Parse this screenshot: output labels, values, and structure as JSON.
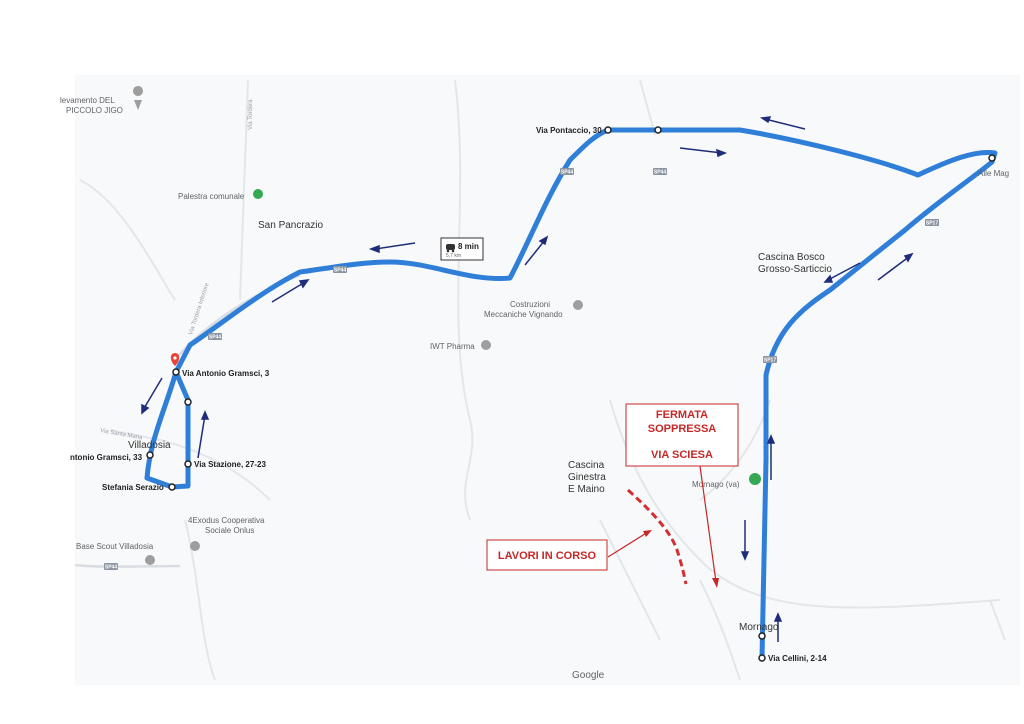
{
  "map": {
    "places": {
      "san_pancrazio": "San Pancrazio",
      "villadosia": "Villadosia",
      "cascina_bosco": [
        "Cascina Bosco",
        "Grosso-Sarticcio"
      ],
      "cascina_ginestra": [
        "Cascina",
        "Ginestra",
        "E Maino"
      ],
      "mornago": "Mornago"
    },
    "pois": {
      "allevamento": [
        "levamento DEL",
        "PICCOLO JIGO"
      ],
      "palestra": "Palestra comunale",
      "costruzioni": [
        "Costruzioni",
        "Meccaniche Vignando"
      ],
      "iwt": "IWT Pharma",
      "exodus": [
        "4Exodus Cooperativa",
        "Sociale Onlus"
      ],
      "base_scout": "Base Scout Villadosia",
      "mornago_va": "Mornago (va)",
      "alle_mag": "Alle Mag"
    },
    "roads": {
      "via_tordera": "Via Tordera",
      "via_tordera_inferiore": "Via Tordera Inferiore",
      "via_santa_maria": "Via Santa Maria",
      "sp44_a": "SP44",
      "sp44_b": "SP44",
      "sp44_c": "SP44",
      "sp44_d": "SP44",
      "sp44_e": "SP44",
      "sp17_a": "SP17",
      "sp17_b": "SP17"
    },
    "stops": {
      "via_pontaccio": "Via Pontaccio, 30",
      "via_gramsci_3": "Via Antonio Gramsci, 3",
      "via_gramsci_33": "ntonio Gramsci, 33",
      "via_stazione": "Via Stazione, 27-23",
      "stefania_serazio": "Stefania Serazio",
      "via_cellini": "Via Cellini, 2-14"
    },
    "trip": {
      "time": "8 min",
      "distance": "5,7 km"
    },
    "annotations": {
      "fermata": [
        "FERMATA",
        "SOPPRESSA",
        "VIA SCIESA"
      ],
      "lavori": "LAVORI IN CORSO"
    },
    "attribution": "Google",
    "colors": {
      "route": "#2f7fd9",
      "arrow": "#1f2d7a",
      "annotation": "#c62828",
      "poi_green": "#34a853",
      "poi_gray": "#9e9e9e",
      "destination_pin": "#ea4335"
    }
  }
}
